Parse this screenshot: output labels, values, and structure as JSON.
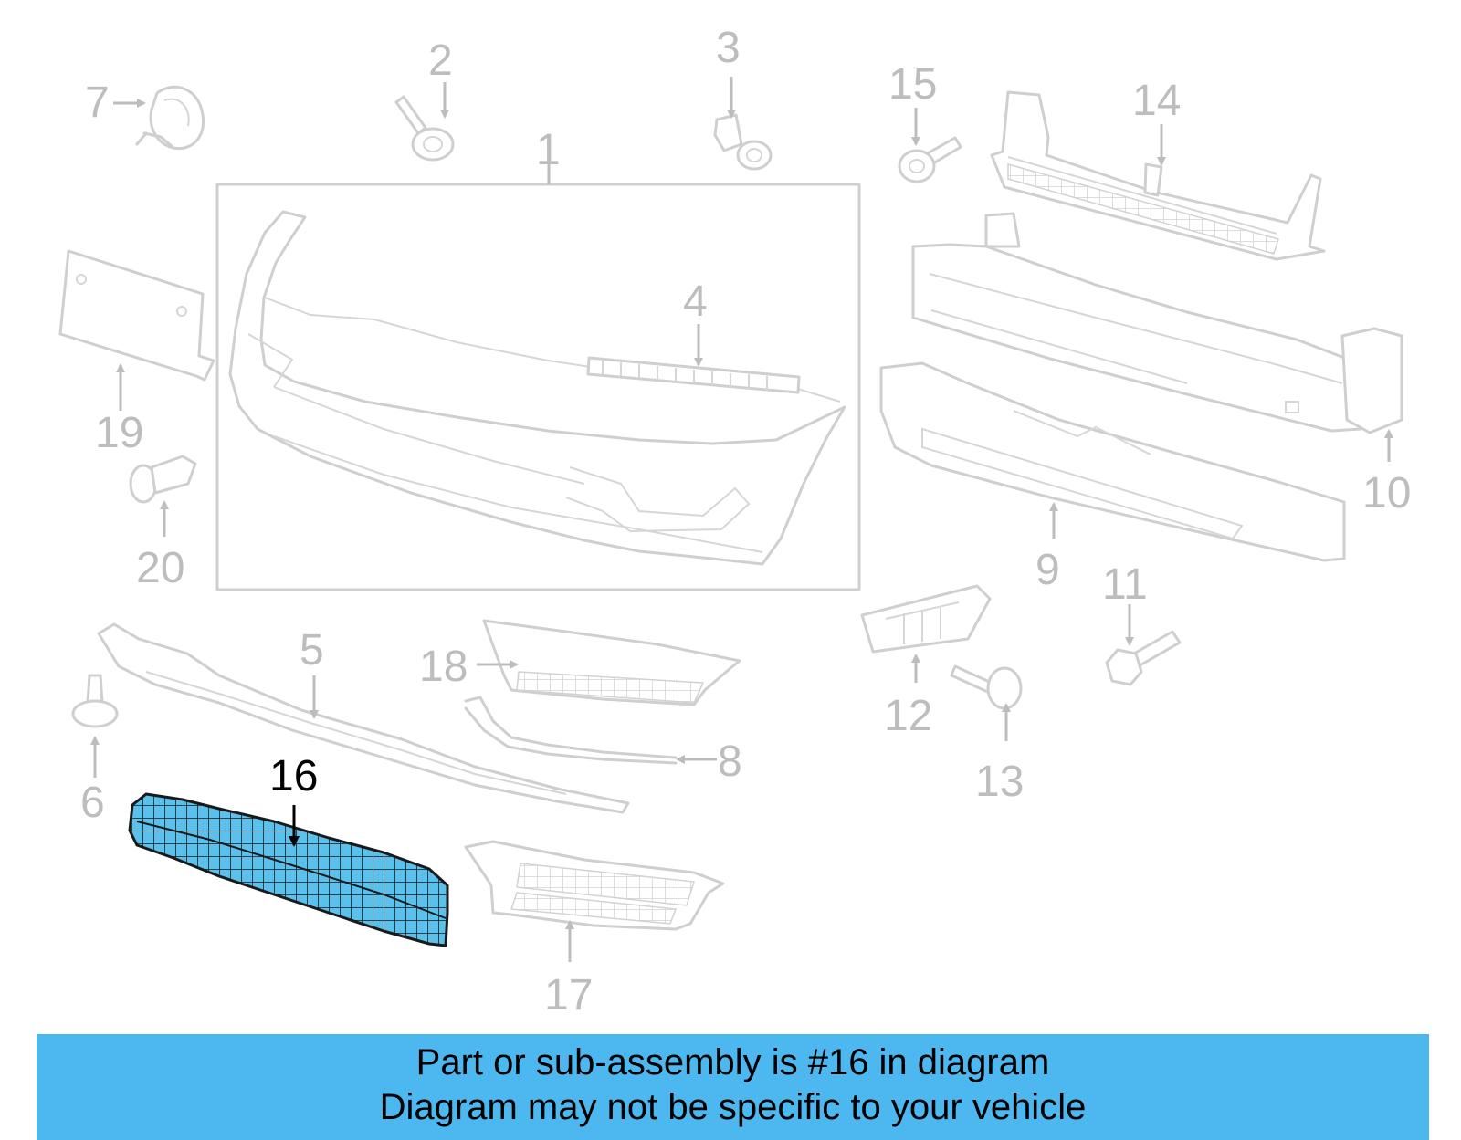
{
  "colors": {
    "banner_bg": "#4db8f0",
    "highlight_fill": "#5bc0eb",
    "part_stroke": "#cfcfcf",
    "label_gray": "#bdbdbd",
    "label_highlight": "#000000"
  },
  "callouts": [
    {
      "id": "1",
      "label": "1"
    },
    {
      "id": "2",
      "label": "2"
    },
    {
      "id": "3",
      "label": "3"
    },
    {
      "id": "4",
      "label": "4"
    },
    {
      "id": "5",
      "label": "5"
    },
    {
      "id": "6",
      "label": "6"
    },
    {
      "id": "7",
      "label": "7"
    },
    {
      "id": "8",
      "label": "8"
    },
    {
      "id": "9",
      "label": "9"
    },
    {
      "id": "10",
      "label": "10"
    },
    {
      "id": "11",
      "label": "11"
    },
    {
      "id": "12",
      "label": "12"
    },
    {
      "id": "13",
      "label": "13"
    },
    {
      "id": "14",
      "label": "14"
    },
    {
      "id": "15",
      "label": "15"
    },
    {
      "id": "16",
      "label": "16",
      "highlighted": true
    },
    {
      "id": "17",
      "label": "17"
    },
    {
      "id": "18",
      "label": "18"
    },
    {
      "id": "19",
      "label": "19"
    },
    {
      "id": "20",
      "label": "20"
    }
  ],
  "banner": {
    "line1": "Part or sub-assembly is #16 in diagram",
    "line2": "Diagram may not be specific to your vehicle"
  }
}
